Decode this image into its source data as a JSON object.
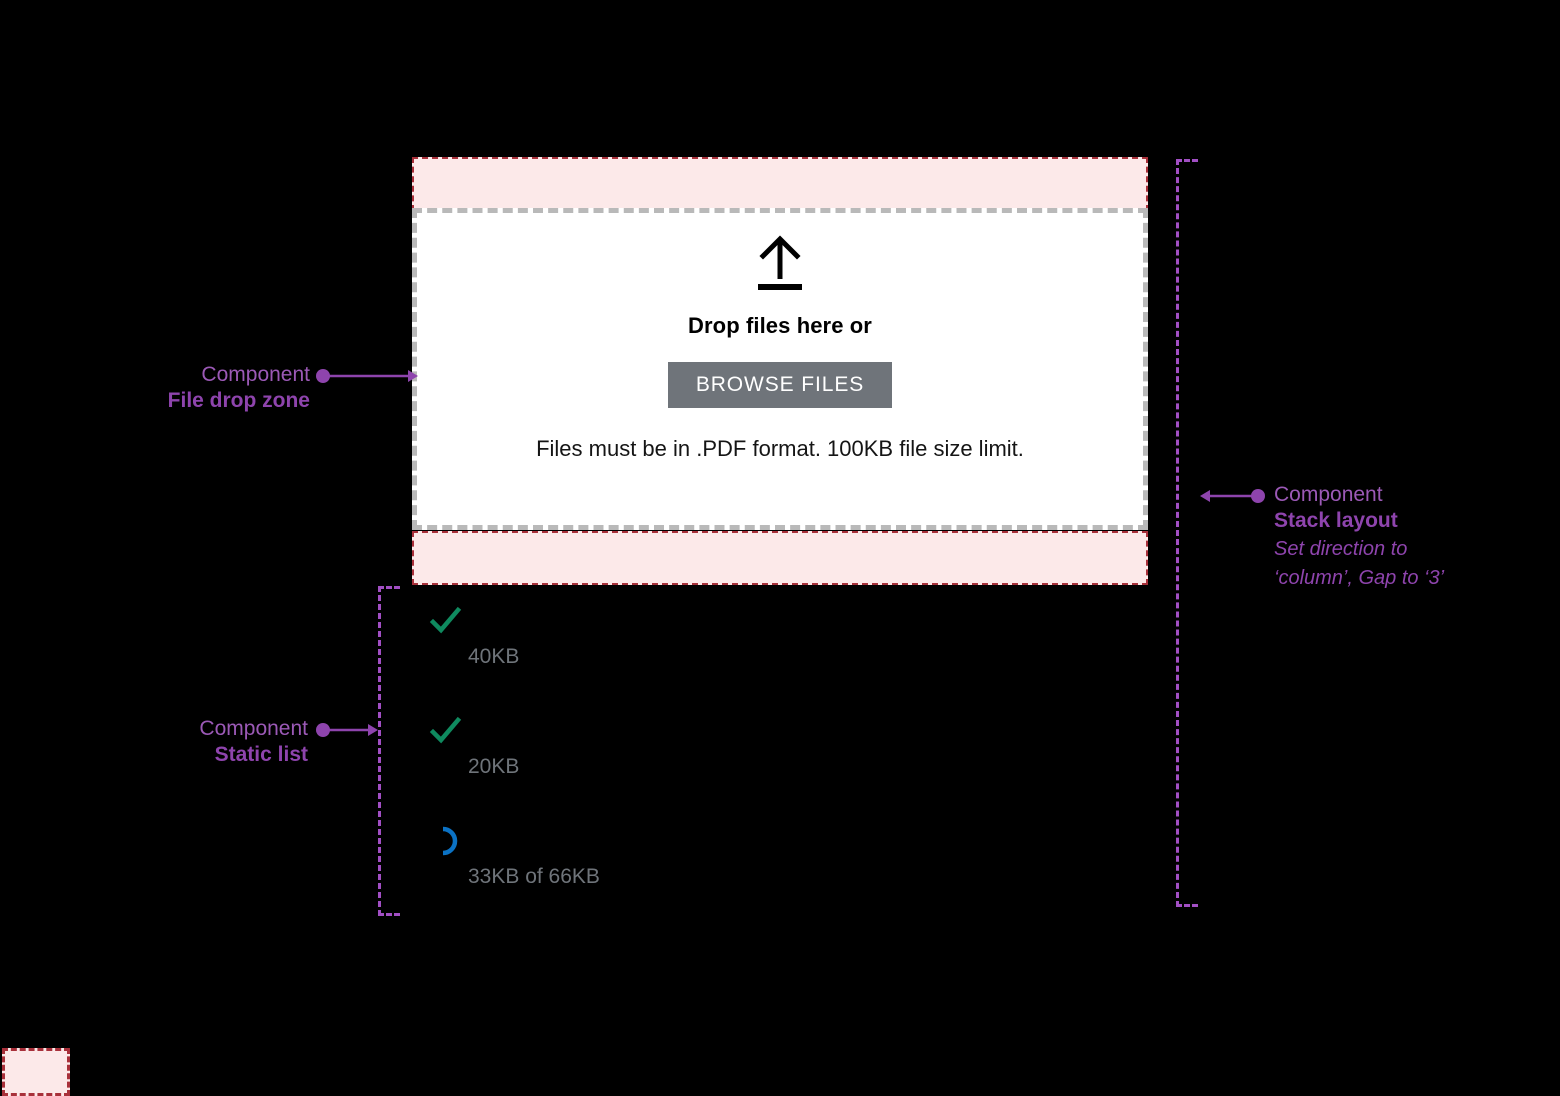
{
  "drop_zone": {
    "icon": "upload-arrow-icon",
    "headline": "Drop files here or",
    "browse_button_label": "BROWSE FILES",
    "hint": "Files must be in .PDF format. 100KB file size limit."
  },
  "file_list": {
    "items": [
      {
        "status_icon": "check-icon",
        "status": "complete",
        "size_text": "40KB"
      },
      {
        "status_icon": "check-icon",
        "status": "complete",
        "size_text": "20KB"
      },
      {
        "status_icon": "spinner-icon",
        "status": "uploading",
        "size_text": "33KB of 66KB"
      }
    ]
  },
  "annotations": {
    "drop_zone": {
      "kicker": "Component",
      "title": "File drop zone"
    },
    "static_list": {
      "kicker": "Component",
      "title": "Static list"
    },
    "stack_layout": {
      "kicker": "Component",
      "title": "Stack layout",
      "note_line_1": "Set direction to",
      "note_line_2": "‘column’, Gap to ‘3’"
    }
  },
  "colors": {
    "annotation_purple": "#8e44ad",
    "guide_purple": "#a24fc4",
    "gap_fill": "#fce9e9",
    "gap_border": "#a8303a",
    "drop_zone_border": "#b9b9b9",
    "button_bg": "#6f747a",
    "check_green": "#0f8a5f",
    "spinner_blue": "#0b72c4",
    "file_size_text": "#6f747a",
    "background": "#000000"
  }
}
